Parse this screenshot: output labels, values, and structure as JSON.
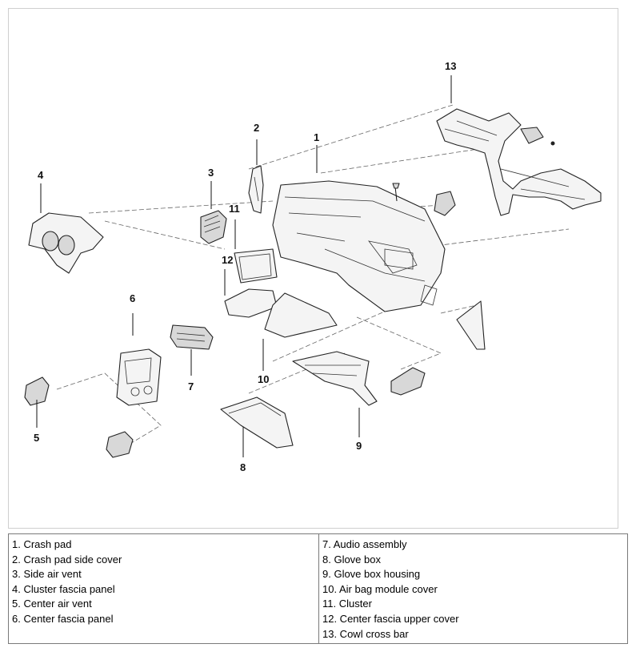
{
  "callouts": [
    "1",
    "2",
    "3",
    "4",
    "5",
    "6",
    "7",
    "8",
    "9",
    "10",
    "11",
    "12",
    "13"
  ],
  "legend": {
    "left": [
      "1. Crash pad",
      "2. Crash pad side cover",
      "3. Side air vent",
      "4. Cluster fascia panel",
      "5. Center air vent",
      "6. Center fascia panel"
    ],
    "right": [
      "7. Audio assembly",
      "8. Glove box",
      "9. Glove box housing",
      "10. Air bag module cover",
      "11. Cluster",
      "12. Center fascia upper cover",
      "13. Cowl cross bar"
    ]
  }
}
